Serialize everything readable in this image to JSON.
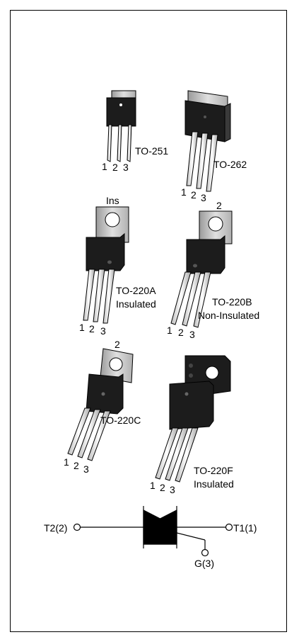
{
  "packages": [
    {
      "id": "to251",
      "name": "TO-251",
      "pins": [
        "1",
        "2",
        "3"
      ]
    },
    {
      "id": "to262",
      "name": "TO-262",
      "pins": [
        "1",
        "2",
        "3"
      ]
    },
    {
      "id": "to220a",
      "name": "TO-220A",
      "note": "Insulated",
      "tab_label": "Ins",
      "pins": [
        "1",
        "2",
        "3"
      ]
    },
    {
      "id": "to220b",
      "name": "TO-220B",
      "note": "Non-Insulated",
      "tab_label": "2",
      "pins": [
        "1",
        "2",
        "3"
      ]
    },
    {
      "id": "to220c",
      "name": "TO-220C",
      "tab_label": "2",
      "pins": [
        "1",
        "2",
        "3"
      ]
    },
    {
      "id": "to220f",
      "name": "TO-220F",
      "note": "Insulated",
      "pins": [
        "1",
        "2",
        "3"
      ]
    }
  ],
  "symbol": {
    "t2_label": "T2(2)",
    "t1_label": "T1(1)",
    "gate_label": "G(3)"
  },
  "colors": {
    "body": "#1c1c1c",
    "metal": "#c8c8c8",
    "lead": "#e4e4e4",
    "line": "#000000"
  }
}
